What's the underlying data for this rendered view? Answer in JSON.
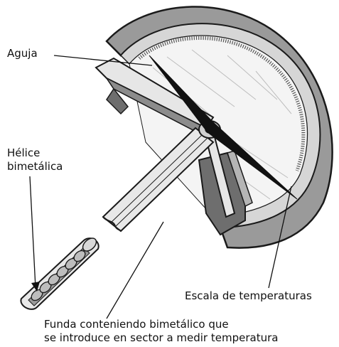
{
  "labels": {
    "aguja": "Aguja",
    "helice_line1": "Hélice",
    "helice_line2": "bimetálica",
    "escala": "Escala de temperaturas",
    "funda_line1": "Funda conteniendo bimetálico que",
    "funda_line2": "se introduce en sector a medir temperatura"
  },
  "colors": {
    "outline": "#1a1a1a",
    "case_gray": "#9a9a9a",
    "case_dark": "#6e6e6e",
    "case_light": "#d8d8d8",
    "needle": "#111111"
  }
}
